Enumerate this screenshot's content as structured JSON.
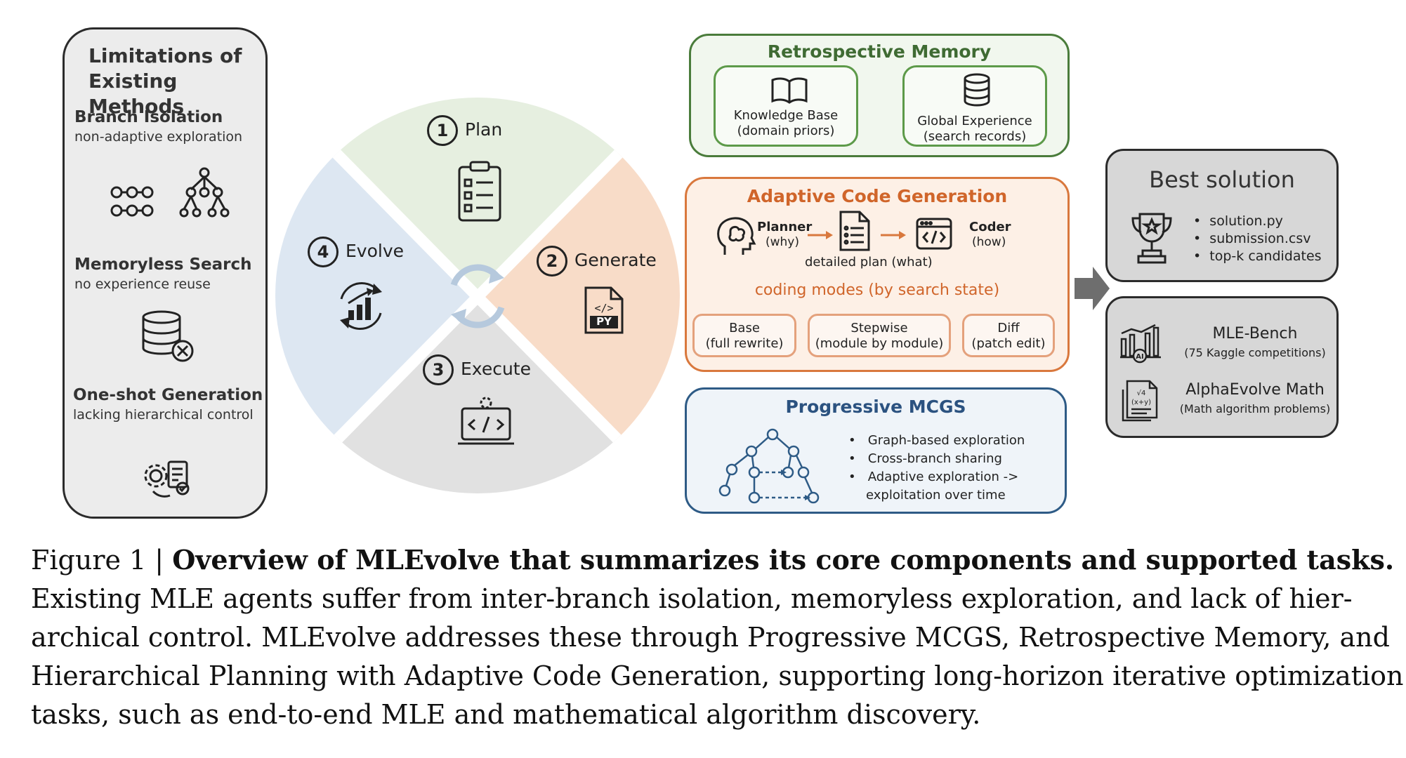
{
  "limitations": {
    "title_line1": "Limitations of",
    "title_line2": "Existing Methods",
    "items": [
      {
        "heading": "Branch Isolation",
        "sub": "non-adaptive exploration"
      },
      {
        "heading": "Memoryless Search",
        "sub": "no experience reuse"
      },
      {
        "heading": "One-shot Generation",
        "sub": "lacking hierarchical control"
      }
    ]
  },
  "cycle": {
    "steps": [
      {
        "num": "1",
        "label": "Plan"
      },
      {
        "num": "2",
        "label": "Generate"
      },
      {
        "num": "3",
        "label": "Execute"
      },
      {
        "num": "4",
        "label": "Evolve"
      }
    ],
    "py_badge": "PY",
    "code_glyph": "</>"
  },
  "retrospective": {
    "title": "Retrospective Memory",
    "kb_line1": "Knowledge Base",
    "kb_line2": "(domain priors)",
    "ge_line1": "Global Experience",
    "ge_line2": "(search records)"
  },
  "acg": {
    "title": "Adaptive Code Generation",
    "planner": "Planner",
    "planner_sub": "(why)",
    "coder": "Coder",
    "coder_sub": "(how)",
    "plan_caption": "detailed plan (what)",
    "modes_title": "coding modes (by search state)",
    "modes": [
      {
        "l1": "Base",
        "l2": "(full rewrite)"
      },
      {
        "l1": "Stepwise",
        "l2": "(module by module)"
      },
      {
        "l1": "Diff",
        "l2": "(patch edit)"
      }
    ]
  },
  "mcgs": {
    "title": "Progressive MCGS",
    "bullets": [
      "Graph-based exploration",
      "Cross-branch sharing",
      "Adaptive exploration ->",
      "exploitation over time"
    ]
  },
  "best": {
    "title": "Best solution",
    "items": [
      "solution.py",
      "submission.csv",
      "top-k candidates"
    ]
  },
  "tasks": {
    "mle_title": "MLE-Bench",
    "mle_sub": "(75 Kaggle competitions)",
    "math_title": "AlphaEvolve Math",
    "math_sub": "(Math  algorithm problems)",
    "ai_badge": "AI",
    "math_glyph": "√4\n(x+y)"
  },
  "caption": {
    "lead": "Figure 1 | ",
    "bold": "Overview of MLEvolve that summarizes its core components and supported tasks.",
    "l2": "Existing MLE agents suffer from inter-branch isolation, memoryless exploration, and lack of hier-",
    "l3": "archical control. MLEvolve addresses these through Progressive MCGS, Retrospective Memory, and",
    "l4": "Hierarchical Planning with Adaptive Code Generation, supporting long-horizon iterative optimization",
    "l5": "tasks, such as end-to-end MLE and mathematical algorithm discovery."
  },
  "colors": {
    "plan": "#e6efe0",
    "generate": "#f8dcc8",
    "execute": "#e1e1e1",
    "evolve": "#dde7f2",
    "green": "#4a7c3b",
    "orange": "#d9783d",
    "blue": "#2e5b86"
  }
}
